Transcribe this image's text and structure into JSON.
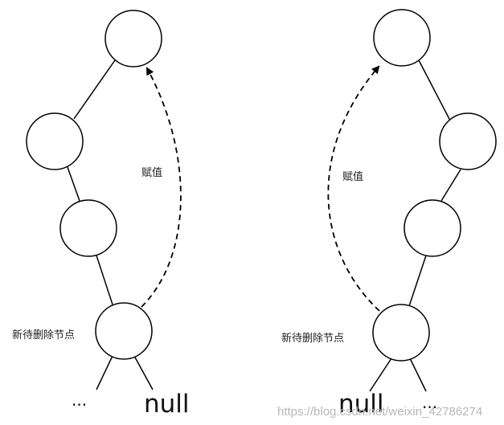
{
  "left_tree": {
    "assign_label": "赋值",
    "delete_node_label": "新待删除节点",
    "left_child_label": "...",
    "right_child_label": "null"
  },
  "right_tree": {
    "assign_label": "赋值",
    "delete_node_label": "新待删除节点",
    "left_child_label": "null",
    "right_child_label": "..."
  },
  "watermark": "https://blog.csdn.net/weixin_42786274"
}
